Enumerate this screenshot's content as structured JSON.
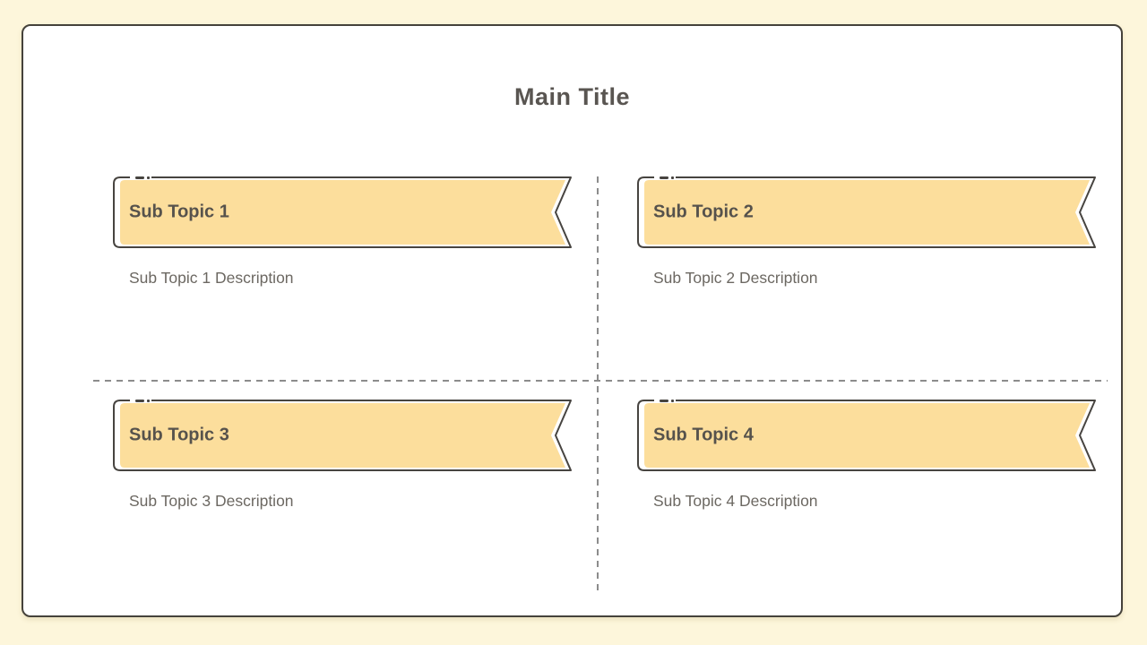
{
  "title": "Main Title",
  "quadrants": [
    {
      "title": "Sub Topic 1",
      "description": "Sub Topic 1 Description"
    },
    {
      "title": "Sub Topic 2",
      "description": "Sub Topic 2 Description"
    },
    {
      "title": "Sub Topic 3",
      "description": "Sub Topic 3 Description"
    },
    {
      "title": "Sub Topic 4",
      "description": "Sub Topic 4 Description"
    }
  ],
  "colors": {
    "page_background": "#FDF6DB",
    "card_background": "#FFFFFF",
    "outline": "#474440",
    "ribbon_fill": "#FCDE9C",
    "title_text": "#595551",
    "subtopic_text": "#56524C",
    "description_text": "#6C6862",
    "divider": "#8C8C8C"
  }
}
